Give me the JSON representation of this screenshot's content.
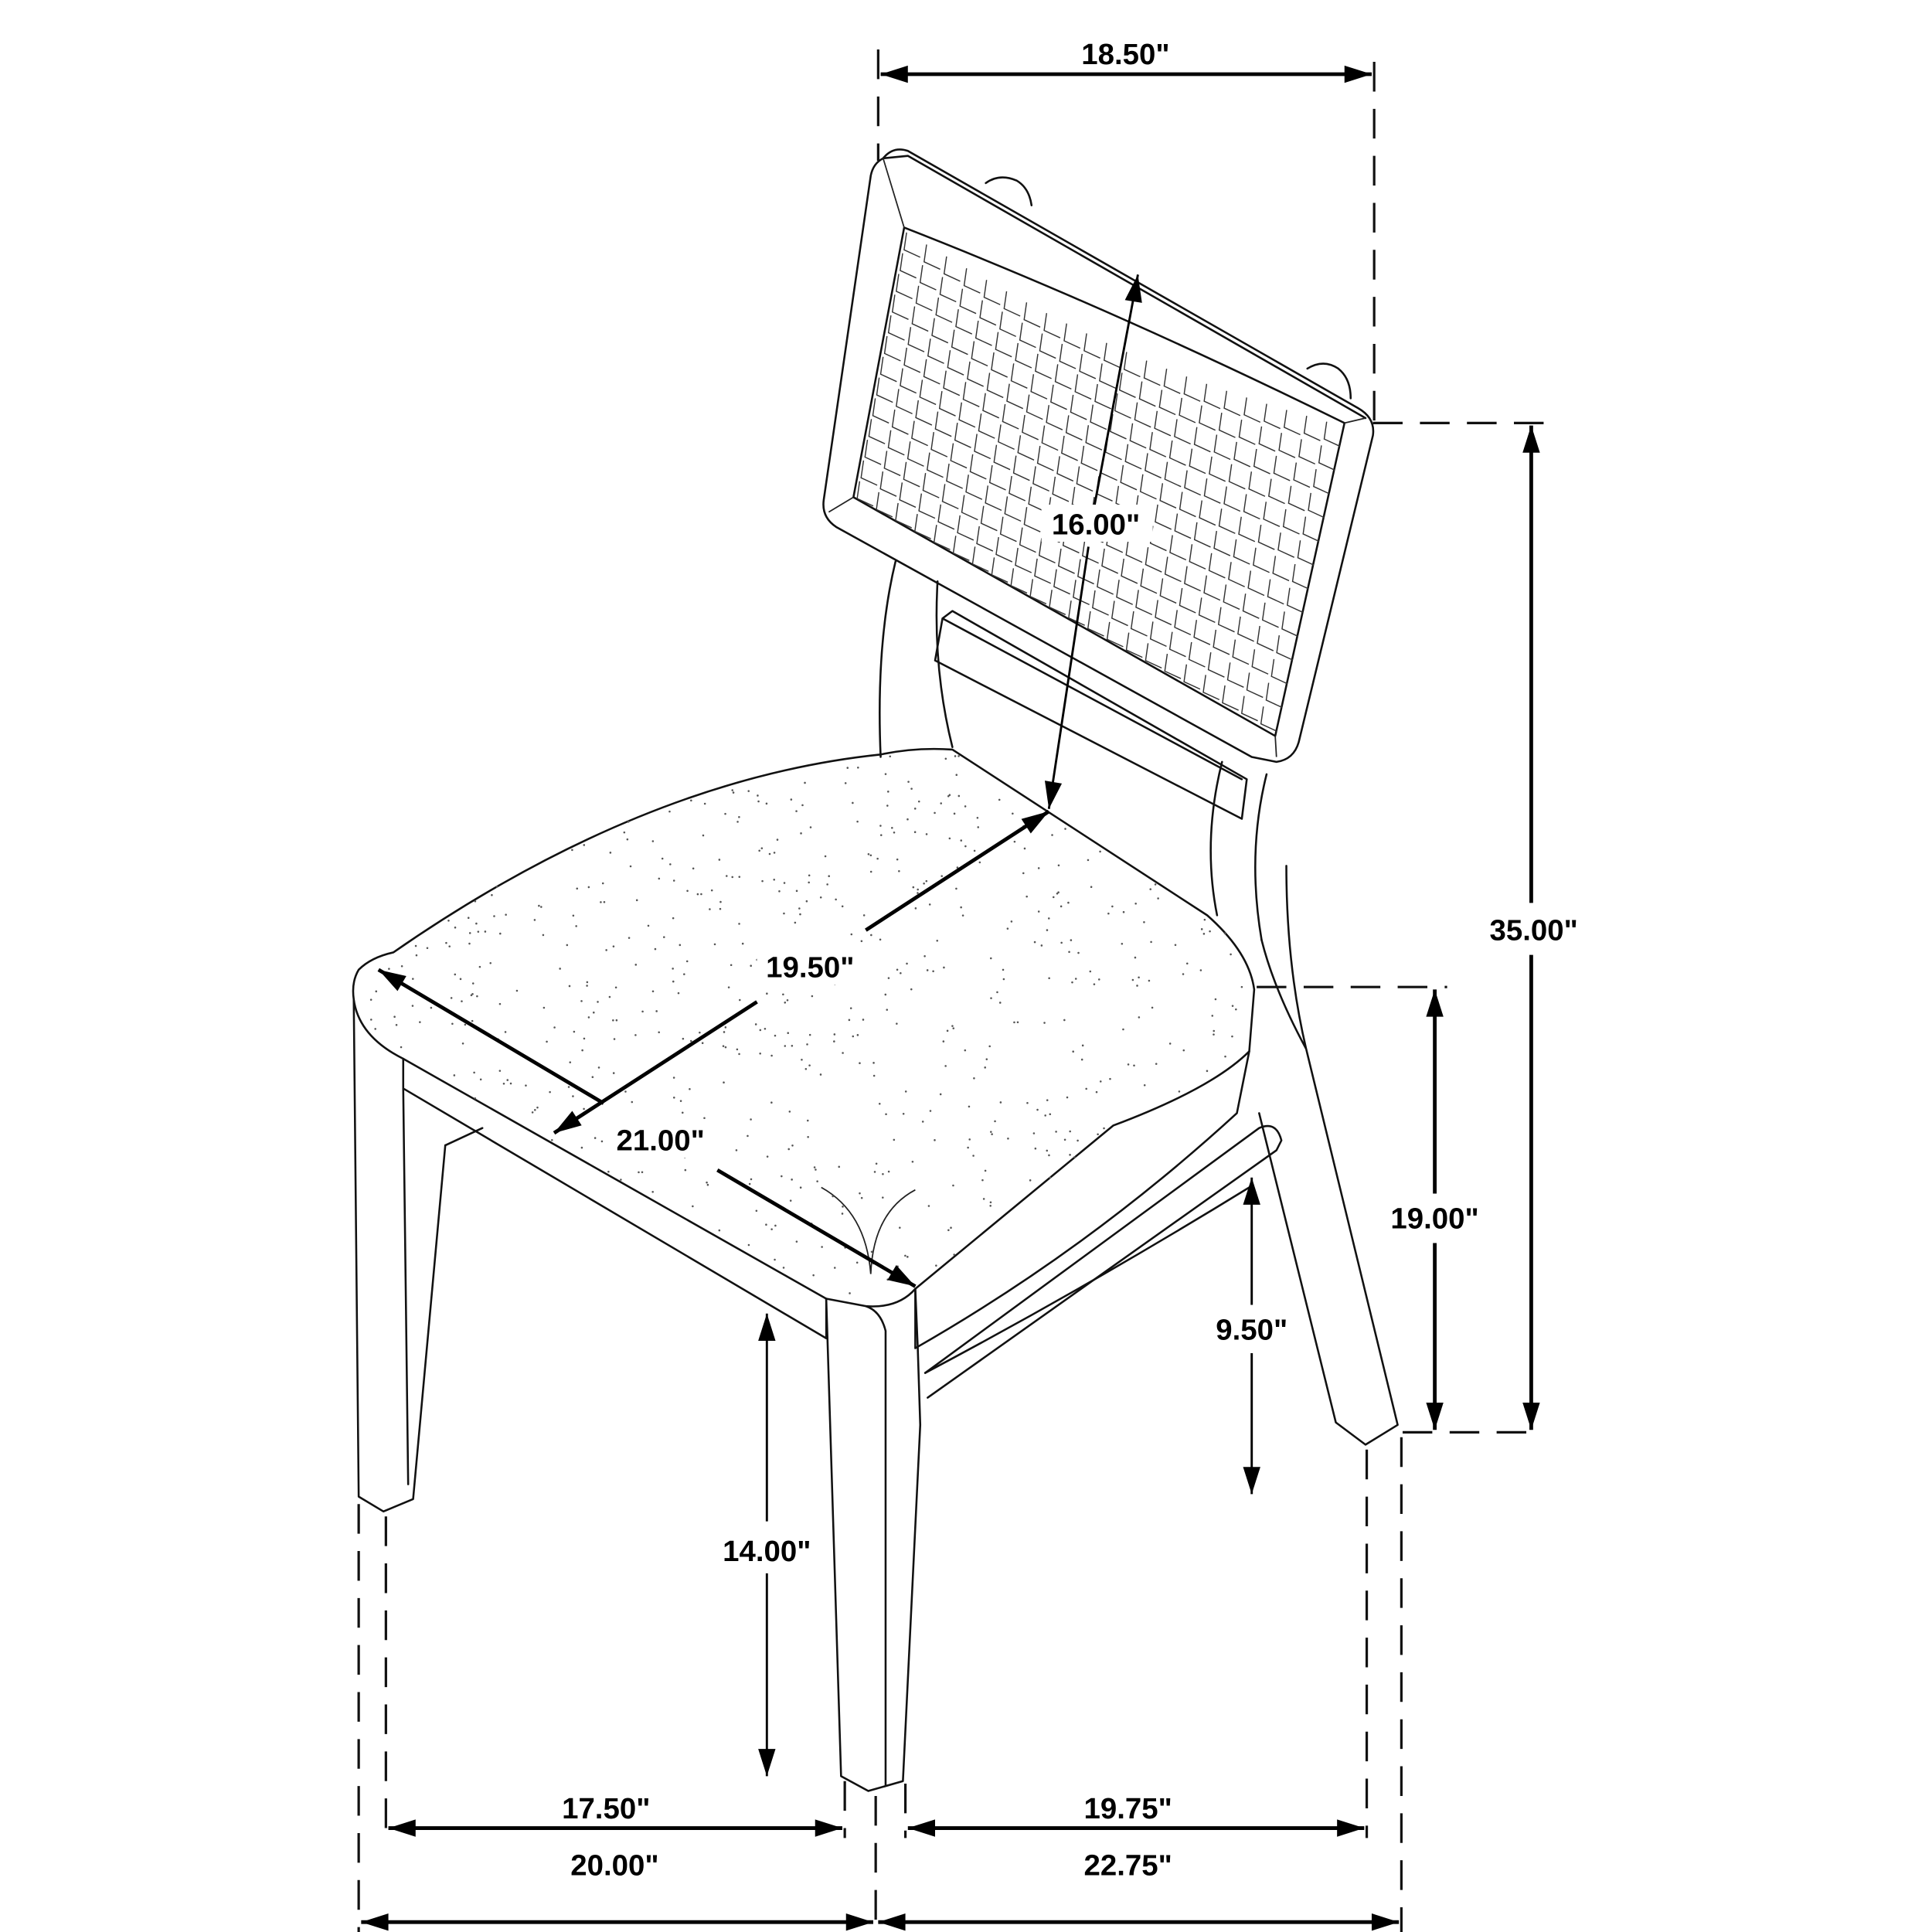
{
  "diagram": {
    "subject": "Dining side chair with cane back and upholstered seat",
    "dimensions": {
      "back_width": "18.50\"",
      "back_panel_height": "16.00\"",
      "overall_height": "35.00\"",
      "seat_height": "19.00\"",
      "stretcher_height": "9.50\"",
      "apron_height": "14.00\"",
      "seat_depth": "19.50\"",
      "seat_width": "21.00\"",
      "front_leg_span": "17.50\"",
      "overall_width": "20.00\"",
      "side_leg_span": "19.75\"",
      "overall_depth": "22.75\""
    },
    "colors": {
      "line": "#000000",
      "background": "#ffffff"
    }
  }
}
